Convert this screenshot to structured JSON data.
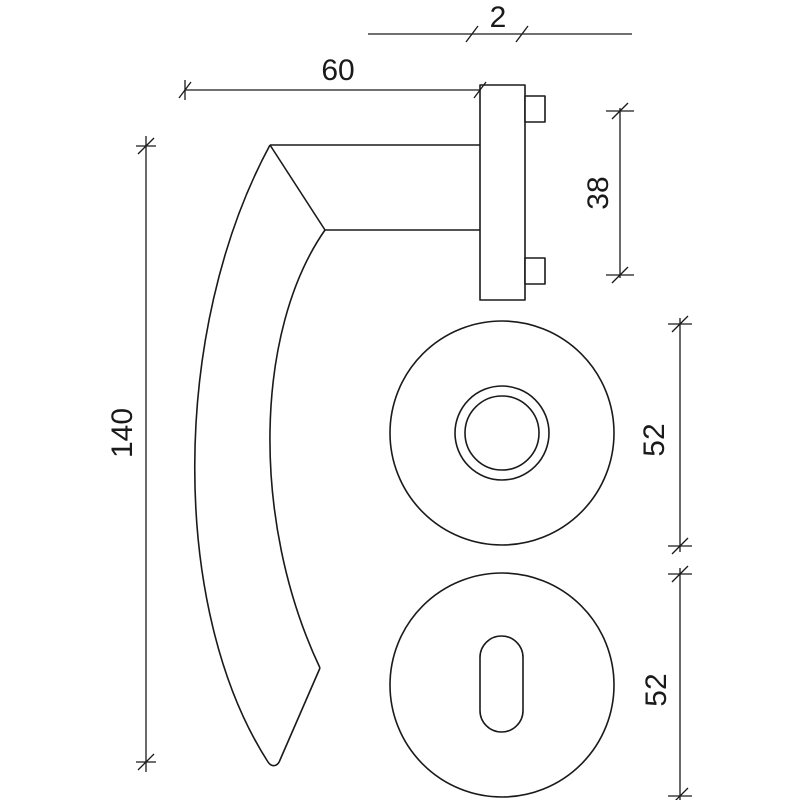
{
  "dimensions": {
    "rose_thickness": "2",
    "lever_projection": "60",
    "rose_screw_spacing": "38",
    "lever_length": "140",
    "rose_diameter_upper": "52",
    "rose_diameter_lower": "52"
  },
  "colors": {
    "line": "#1a1a1a",
    "background": "#ffffff"
  }
}
